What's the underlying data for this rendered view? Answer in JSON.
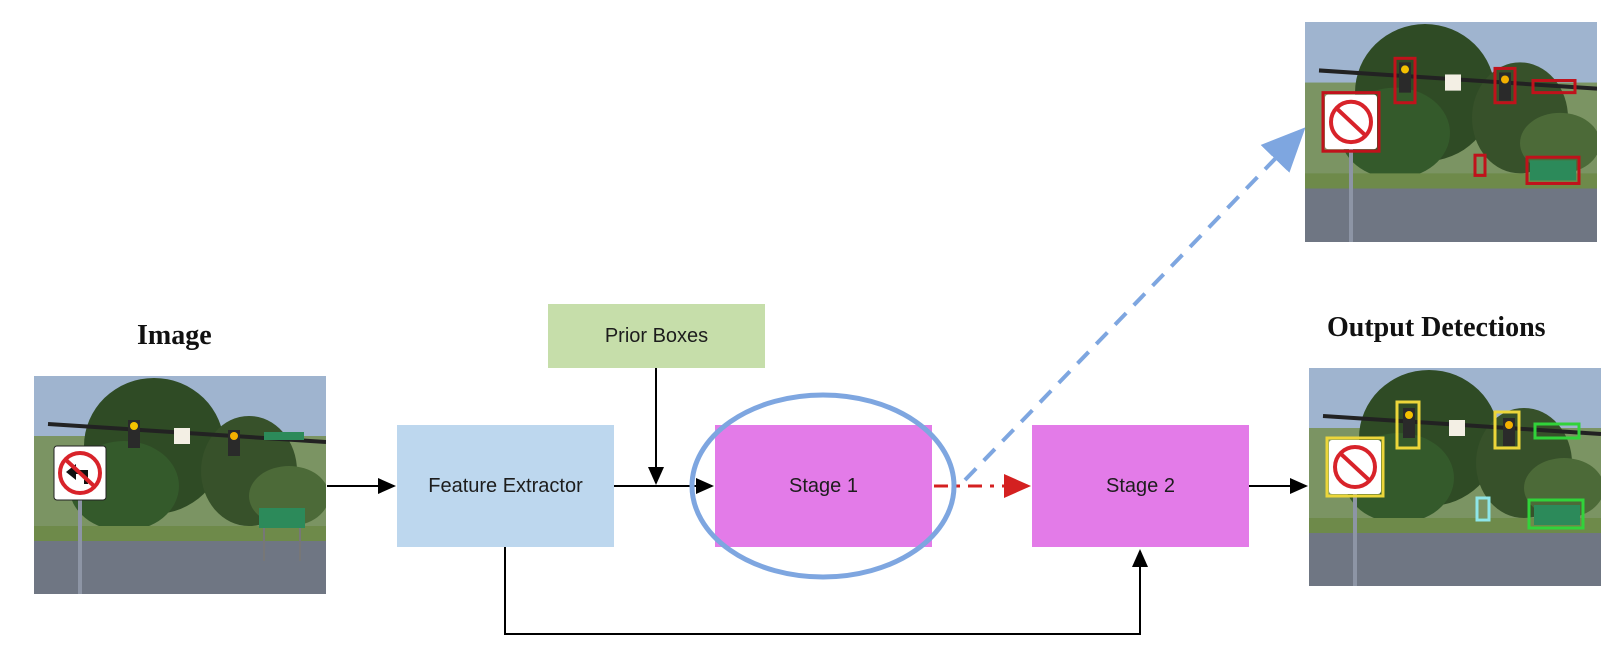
{
  "labels": {
    "image_title": "Image",
    "output_title": "Output Detections"
  },
  "blocks": {
    "prior_boxes": "Prior Boxes",
    "feature_extractor": "Feature Extractor",
    "stage1": "Stage 1",
    "stage2": "Stage 2"
  },
  "colors": {
    "prior_boxes": "#c6deaa",
    "feature_extractor": "#bdd7ee",
    "stage": "#e37be8",
    "highlight_ellipse": "#7ea6e0",
    "dashed_red_arrow": "#d42020",
    "dashed_blue_arrow": "#7ea6e0",
    "box_red": "#c0121b",
    "box_yellow": "#ecd63a",
    "box_green": "#31d33a",
    "box_cyan": "#8ee6e8"
  },
  "icons": {
    "no_left_turn_sign": "no-left-turn-sign-icon",
    "traffic_light": "traffic-light-icon"
  }
}
